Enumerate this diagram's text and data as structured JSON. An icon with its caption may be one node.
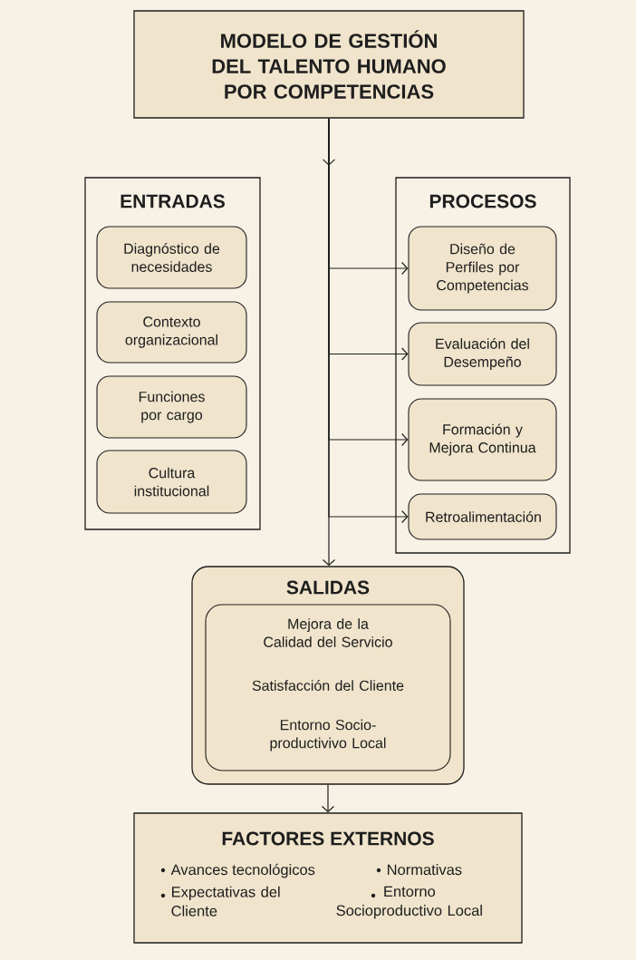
{
  "diagram": {
    "nodes": [
      {
        "text": [
          "MODELO DE GESTIÓN DEL TALENTO HUMANO POR COMPETENCIAS"
        ]
      },
      {
        "text": [
          "ENTRADAS"
        ]
      },
      {
        "text": [
          "Diagnóstico de necesidades"
        ],
        "in": 1
      },
      {
        "text": [
          "Contexto organizacional"
        ],
        "in": 1
      },
      {
        "text": [
          "Funciones por cargo"
        ],
        "in": 1
      },
      {
        "text": [
          "Cultura institucional"
        ],
        "in": 1
      },
      {
        "text": [
          "PROCESOS"
        ]
      },
      {
        "text": [
          "Diseño de Perfiles por Competencias"
        ],
        "in": 6
      },
      {
        "text": [
          "Evaluación del Desempeño"
        ],
        "in": 6
      },
      {
        "text": [
          "Formación y Mejora Continua"
        ],
        "in": 6
      },
      {
        "text": [
          "Retroalimentación"
        ],
        "in": 6
      },
      {
        "text": [
          "SALIDAS"
        ]
      },
      {
        "text": [
          "Mejora de la Calidad del Servicio",
          "Satisfacción del Cliente",
          "Entorno Socio-productivivo Local"
        ],
        "in": 11
      },
      {
        "text": [
          "FACTORES EXTERNOS",
          "Avances tecnológicos",
          "Normativas",
          "Expectativas del Cliente",
          "Entorno Socioproductivo Local"
        ]
      }
    ],
    "edges": [
      {
        "from": 0,
        "to": 11,
        "arrow": "to"
      },
      {
        "from": 0,
        "to": 7,
        "arrow": "to"
      },
      {
        "from": 0,
        "to": 8,
        "arrow": "to"
      },
      {
        "from": 0,
        "to": 9,
        "arrow": "to"
      },
      {
        "from": 0,
        "to": 10,
        "arrow": "to"
      },
      {
        "from": 11,
        "to": 13,
        "arrow": "to"
      }
    ]
  }
}
